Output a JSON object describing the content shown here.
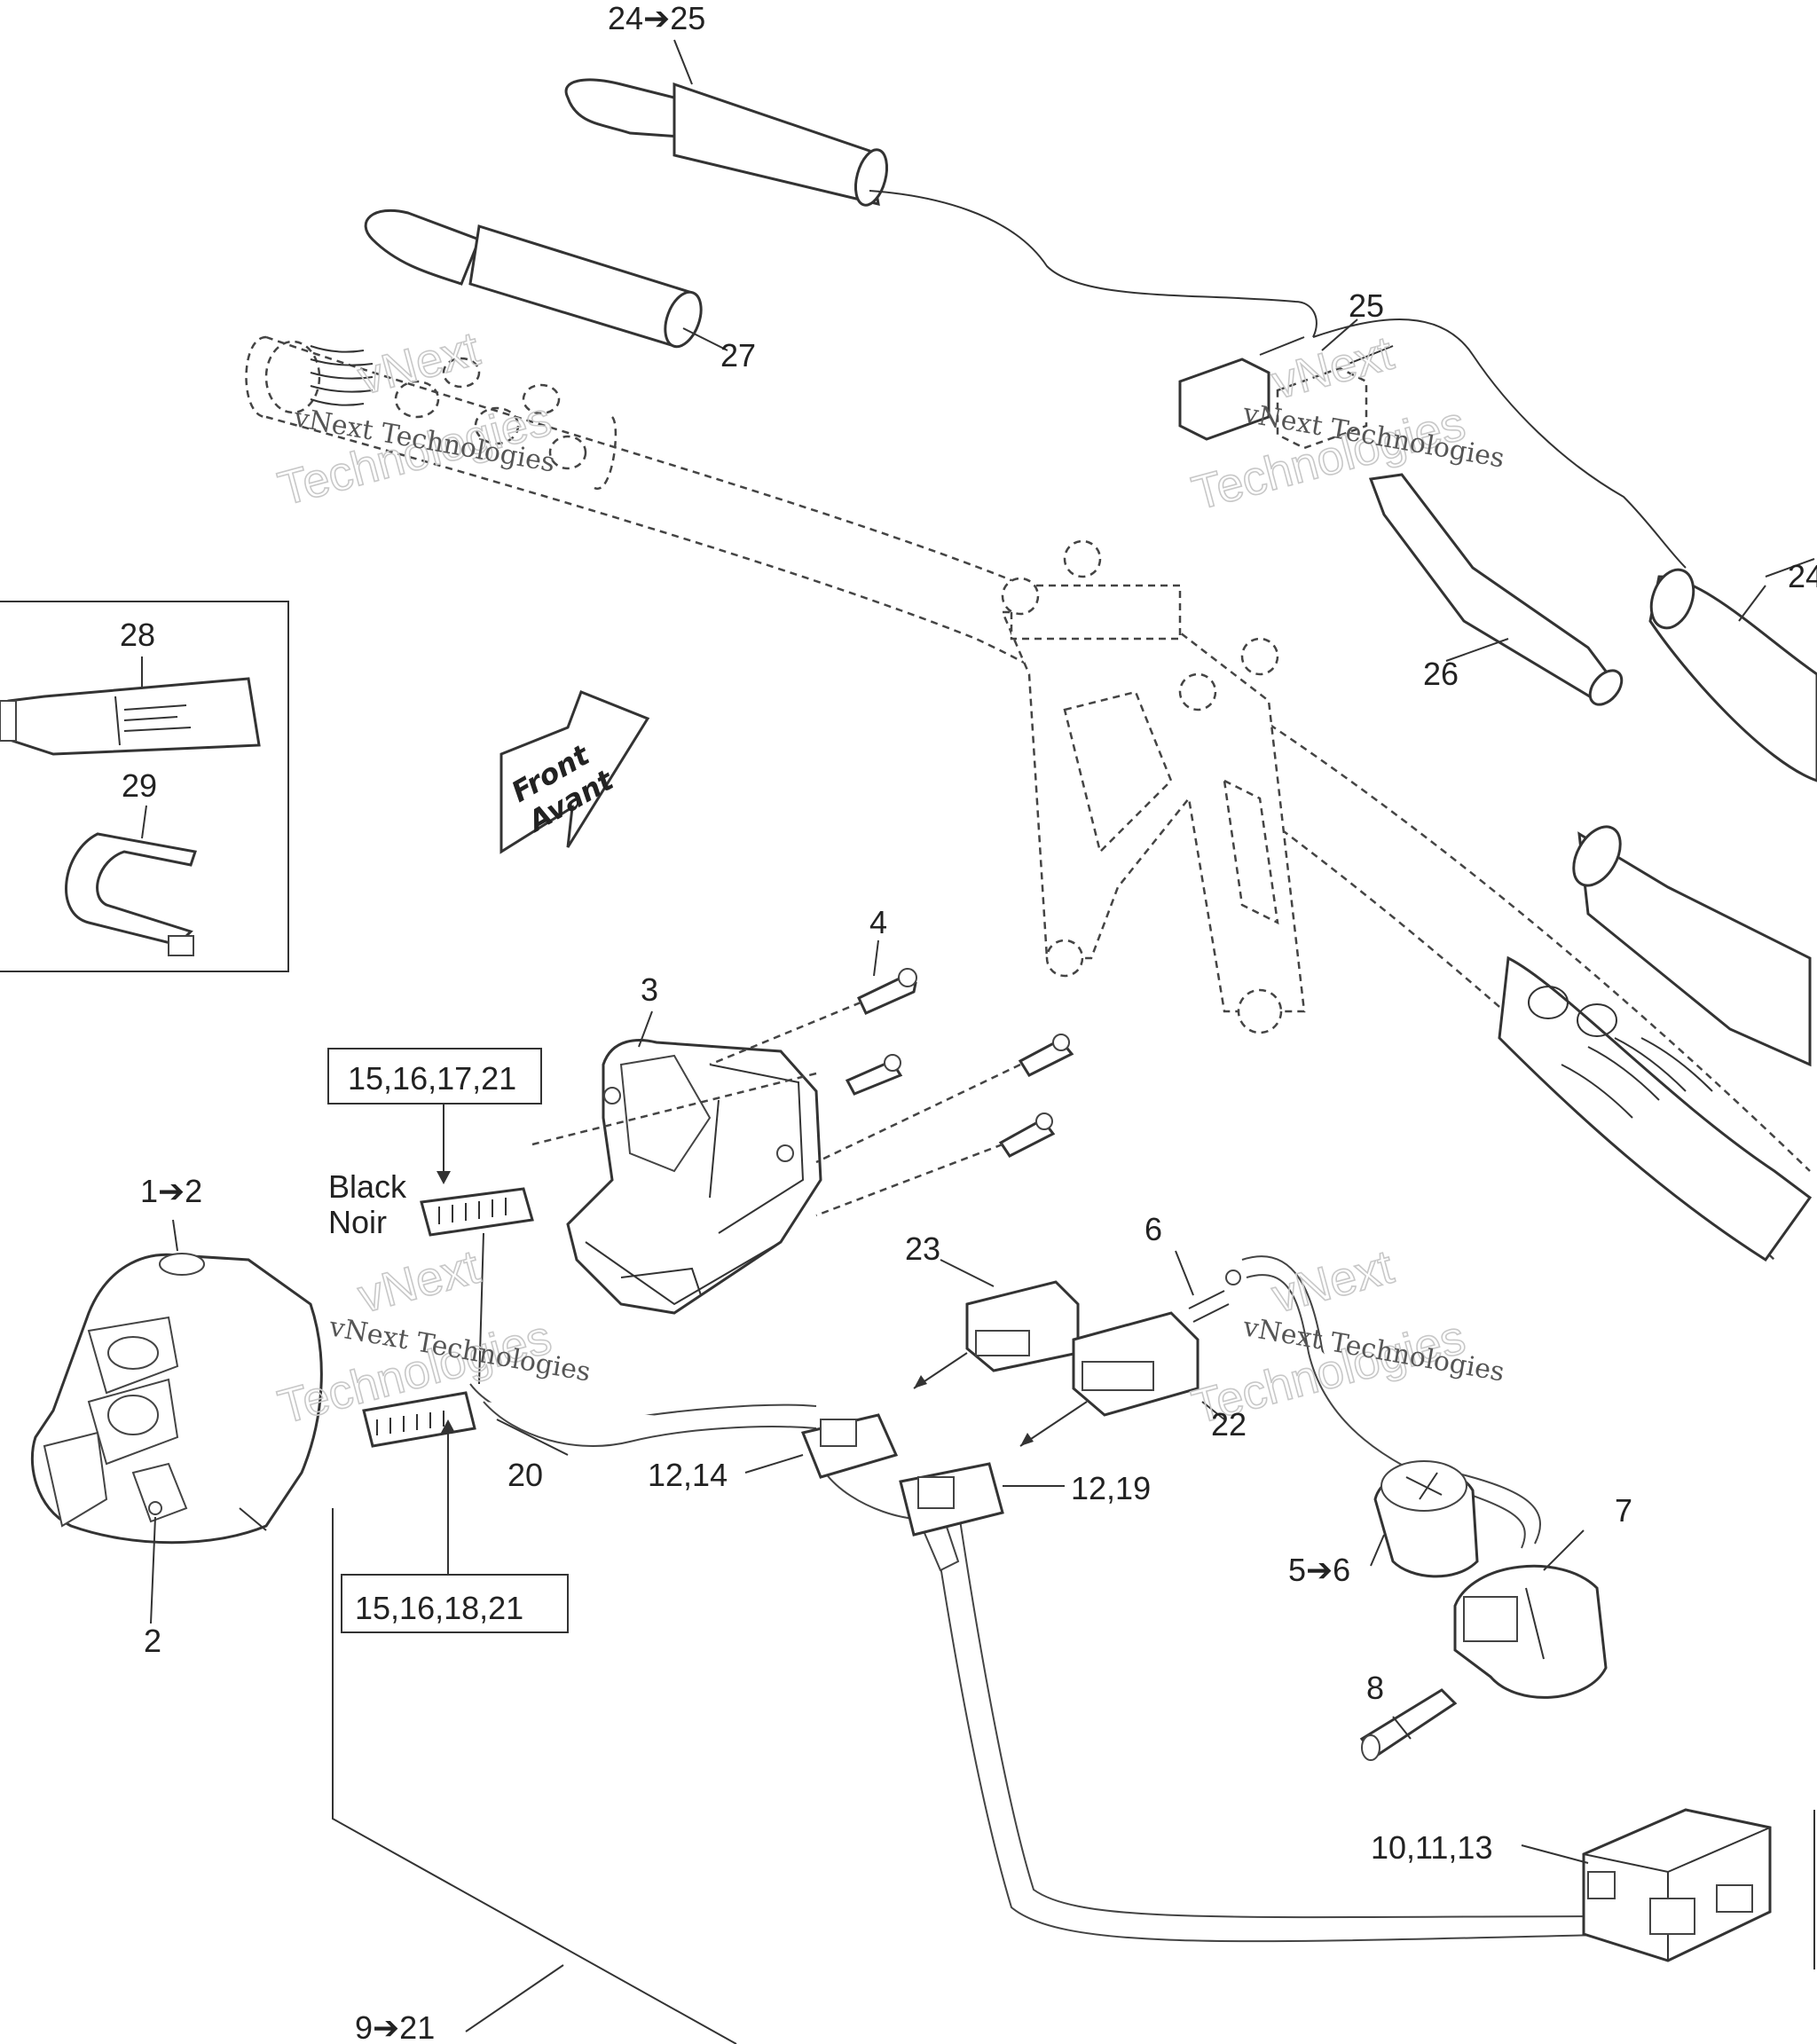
{
  "labels": {
    "l_24_25": "24➔25",
    "l_25": "25",
    "l_27": "27",
    "l_24": "24",
    "l_26": "26",
    "l_28": "28",
    "l_29": "29",
    "l_4": "4",
    "l_3": "3",
    "l_15_16_17_21": "15,16,17,21",
    "l_black": "Black",
    "l_noir": "Noir",
    "l_1_2": "1➔2",
    "l_2": "2",
    "l_23": "23",
    "l_6": "6",
    "l_22": "22",
    "l_20": "20",
    "l_12_14": "12,14",
    "l_12_19": "12,19",
    "l_5_6": "5➔6",
    "l_7": "7",
    "l_8": "8",
    "l_15_16_18_21": "15,16,18,21",
    "l_10_11_13": "10,11,13",
    "l_9_21": "9➔21"
  },
  "front_arrow": {
    "line1": "Front",
    "line2": "Avant"
  },
  "watermarks": {
    "small_text": "vNext Technologies",
    "big_line1": "vNext",
    "big_line2": "Technologies"
  },
  "icons": [
    "front-direction-arrow-icon",
    "sealant-tube-icon",
    "clamp-icon"
  ]
}
